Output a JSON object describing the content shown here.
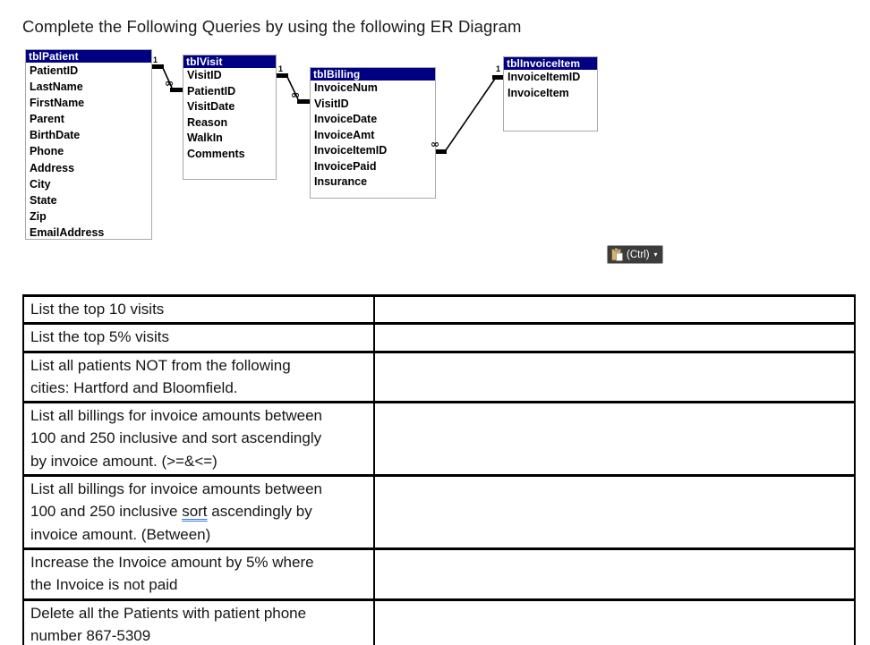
{
  "title": "Complete the Following Queries by using the following ER Diagram",
  "colors": {
    "er_header_bg": "#000082",
    "er_header_text": "#ffffff",
    "er_box_border": "#a9a9a9",
    "grammar_underline": "#3a7ad9",
    "paste_button_bg": "#3c3c3c",
    "paste_button_text": "#ffffff",
    "clipboard_tan": "#d9b36c"
  },
  "diagram": {
    "tables": [
      {
        "name": "tblPatient",
        "fields": [
          "PatientID",
          "LastName",
          "FirstName",
          "Parent",
          "BirthDate",
          "Phone",
          "Address",
          "City",
          "State",
          "Zip",
          "EmailAddress"
        ]
      },
      {
        "name": "tblVisit",
        "fields": [
          "VisitID",
          "PatientID",
          "VisitDate",
          "Reason",
          "WalkIn",
          "Comments"
        ]
      },
      {
        "name": "tblBilling",
        "fields": [
          "InvoiceNum",
          "VisitID",
          "InvoiceDate",
          "InvoiceAmt",
          "InvoiceItemID",
          "InvoicePaid",
          "Insurance"
        ]
      },
      {
        "name": "tblInvoiceItem",
        "fields": [
          "InvoiceItemID",
          "InvoiceItem"
        ]
      }
    ],
    "relationships": [
      {
        "from": "tblPatient",
        "to": "tblVisit",
        "one_label": "1",
        "many_label": "∞"
      },
      {
        "from": "tblVisit",
        "to": "tblBilling",
        "one_label": "1",
        "many_label": "∞"
      },
      {
        "from": "tblInvoiceItem",
        "to": "tblBilling",
        "one_label": "1",
        "many_label": "∞"
      }
    ]
  },
  "paste_button": {
    "label": "(Ctrl)",
    "dropdown_glyph": "▾"
  },
  "queries": {
    "rows": [
      {
        "text": "List the top 10 visits",
        "answer": ""
      },
      {
        "text": "List the top 5% visits",
        "answer": ""
      },
      {
        "text": "List all patients NOT from the following\ncities: Hartford and Bloomfield.",
        "answer": ""
      },
      {
        "text": "List all billings for invoice amounts between\n100 and 250 inclusive and sort ascendingly\nby invoice amount. (>=&<=)",
        "answer": ""
      },
      {
        "text_before": "List all billings for invoice amounts between\n100 and 250 inclusive ",
        "underlined_word": "sort",
        "text_after": " ascendingly by\ninvoice amount. (Between)",
        "answer": ""
      },
      {
        "text": "Increase the Invoice amount by 5% where\nthe Invoice is not paid",
        "answer": ""
      },
      {
        "text": "Delete all the Patients with patient phone\nnumber 867-5309",
        "answer": ""
      }
    ]
  }
}
